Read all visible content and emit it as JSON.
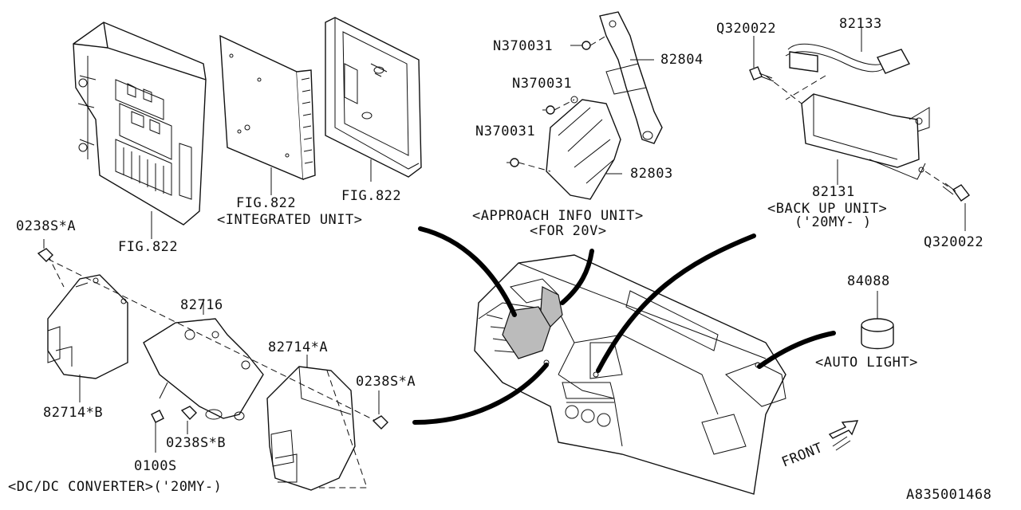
{
  "labels": {
    "fig822_fusebox": "FIG.822",
    "fig822_integrated": "FIG.822",
    "integrated_unit": "<INTEGRATED UNIT>",
    "fig822_case": "FIG.822",
    "n370031_a": "N370031",
    "n370031_b": "N370031",
    "n370031_c": "N370031",
    "p82804": "82804",
    "p82803": "82803",
    "approach_info_unit": "<APPROACH INFO UNIT>",
    "for_20v": "<FOR 20V>",
    "q320022_top": "Q320022",
    "p82133": "82133",
    "p82131": "82131",
    "back_up_unit": "<BACK UP UNIT>",
    "my20_backup": "('20MY- )",
    "q320022_bottom": "Q320022",
    "p84088": "84088",
    "auto_light": "<AUTO LIGHT>",
    "n0238s_a_left": "0238S*A",
    "p82716": "82716",
    "p82714a": "82714*A",
    "n0238s_a_right": "0238S*A",
    "p82714b": "82714*B",
    "n0238s_b": "0238S*B",
    "n0100s": "0100S",
    "dcdc_converter": "<DC/DC CONVERTER>('20MY-)",
    "front": "FRONT",
    "diagram_id": "A835001468"
  }
}
